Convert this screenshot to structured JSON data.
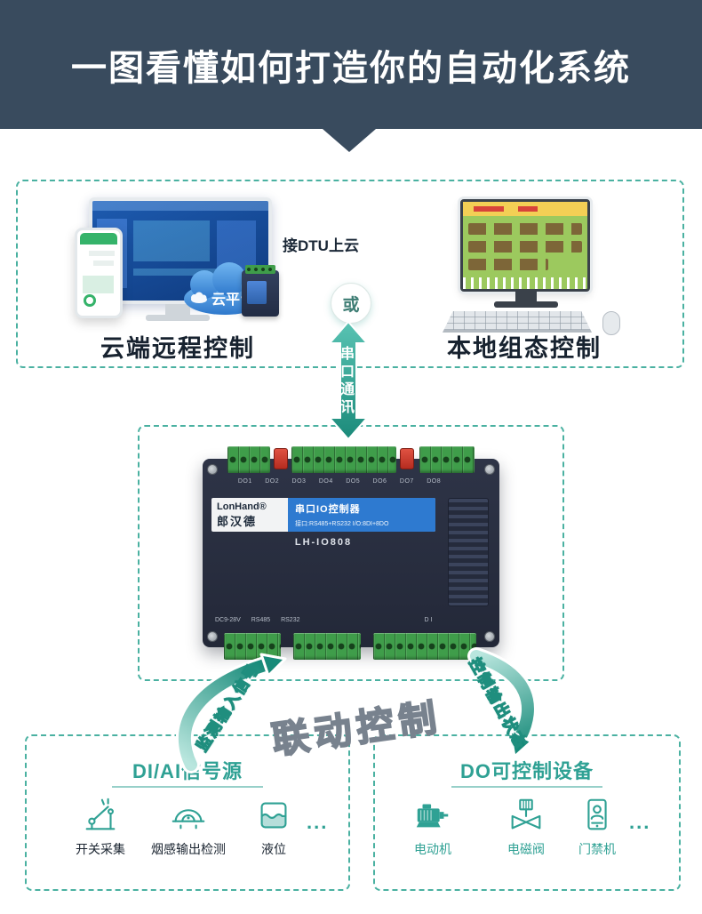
{
  "header": {
    "title": "一图看懂如何打造你的自动化系统"
  },
  "cloud_section": {
    "dtu_note": "接DTU上云",
    "cloud_label": "云平台",
    "or": "或",
    "left_caption": "云端远程控制",
    "right_caption": "本地组态控制"
  },
  "serial_link": {
    "label": "串口通讯"
  },
  "device": {
    "brand_en": "LonHand®",
    "brand_cn": "郎汉德",
    "product_name": "串口IO控制器",
    "specs": "接口:RS485+RS232  I/O:8DI+8DO",
    "model": "LH-IO808",
    "do_labels": "DO1 DO2 DO3 DO4 DO5 DO6 DO7 DO8",
    "port_labels": "DC9-28V RS485 RS232",
    "di_label": "DI"
  },
  "flow": {
    "input_arrow_label": "监测输入信号",
    "linkage_label": "联动控制",
    "output_arrow_label": "控制输出状态"
  },
  "di_sources": {
    "title": "DI/AI信号源",
    "items": [
      {
        "label": "开关采集",
        "icon": "switch-icon"
      },
      {
        "label": "烟感输出检测",
        "icon": "smoke-sensor-icon"
      },
      {
        "label": "液位",
        "icon": "liquid-level-icon"
      }
    ],
    "more": "..."
  },
  "do_devices": {
    "title": "DO可控制设备",
    "items": [
      {
        "label": "电动机",
        "icon": "motor-icon"
      },
      {
        "label": "电磁阀",
        "icon": "solenoid-valve-icon"
      },
      {
        "label": "门禁机",
        "icon": "access-control-icon"
      }
    ],
    "more": "..."
  },
  "colors": {
    "header_bg": "#394b5e",
    "accent_teal": "#2fa194",
    "dashed_border": "#4ab1a1",
    "terminal_green": "#3f9d4a",
    "device_blue_band": "#2e7ad0"
  }
}
